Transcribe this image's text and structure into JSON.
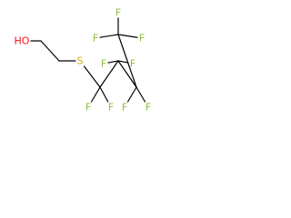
{
  "structure": {
    "atoms": [
      {
        "id": "oh",
        "label": "HO"
      },
      {
        "id": "c1",
        "label": ""
      },
      {
        "id": "c2",
        "label": ""
      },
      {
        "id": "s",
        "label": "S"
      },
      {
        "id": "c3",
        "label": ""
      },
      {
        "id": "c4",
        "label": ""
      },
      {
        "id": "c5",
        "label": ""
      },
      {
        "id": "c6",
        "label": ""
      },
      {
        "id": "f1",
        "label": "F"
      },
      {
        "id": "f2",
        "label": "F"
      },
      {
        "id": "f3",
        "label": "F"
      },
      {
        "id": "f4",
        "label": "F"
      },
      {
        "id": "f5",
        "label": "F"
      },
      {
        "id": "f6",
        "label": "F"
      },
      {
        "id": "f7",
        "label": "F"
      },
      {
        "id": "f8",
        "label": "F"
      },
      {
        "id": "f9",
        "label": "F"
      }
    ],
    "bonds": [
      [
        "oh",
        "c1"
      ],
      [
        "c1",
        "c2"
      ],
      [
        "c2",
        "s"
      ],
      [
        "s",
        "c3"
      ],
      [
        "c3",
        "c4"
      ],
      [
        "c4",
        "c5"
      ],
      [
        "c5",
        "c6"
      ],
      [
        "c3",
        "f1"
      ],
      [
        "c3",
        "f2"
      ],
      [
        "c4",
        "f3"
      ],
      [
        "c4",
        "f4"
      ],
      [
        "c5",
        "f5"
      ],
      [
        "c5",
        "f6"
      ],
      [
        "c6",
        "f7"
      ],
      [
        "c6",
        "f8"
      ],
      [
        "c6",
        "f9"
      ]
    ]
  },
  "colors": {
    "bond": "#000000",
    "carbon": "#000000",
    "oxygen": "#ff0d0d",
    "sulfur": "#c8b400",
    "fluorine": "#8fbc3f"
  }
}
